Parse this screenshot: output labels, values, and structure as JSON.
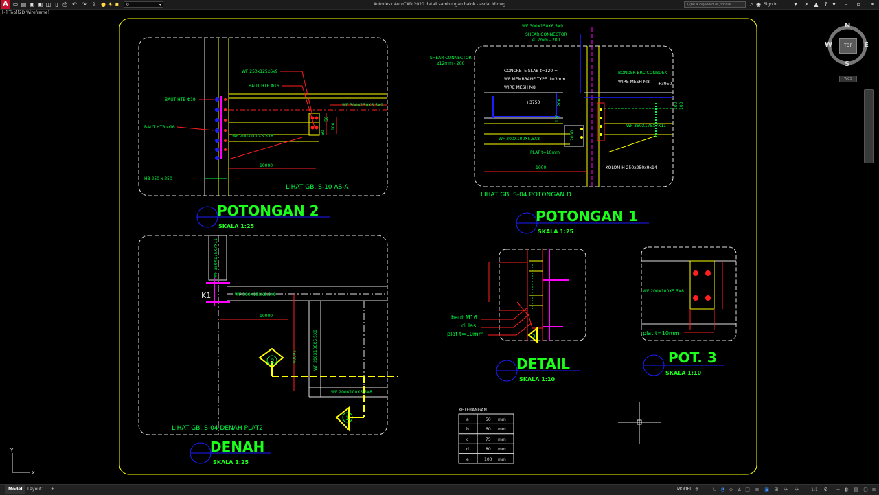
{
  "window": {
    "title": "Autodesk AutoCAD 2020    detail sambungan balok - asdar.id.dwg",
    "layer_value": "0",
    "search_placeholder": "Type a keyword or phrase",
    "sign_in": "Sign In",
    "viewport_label": "[–][Top][2D Wireframe]"
  },
  "viewcube": {
    "north": "N",
    "south": "S",
    "east": "E",
    "west": "W",
    "top": "TOP",
    "wcs": "WCS"
  },
  "status": {
    "tabs": [
      "Model",
      "Layout1"
    ],
    "add_tab": "+",
    "model_button": "MODEL",
    "scale": "1:1"
  },
  "ucs": {
    "y": "Y",
    "x": "X"
  },
  "drawing": {
    "colors": {
      "frame": "#ffff00",
      "red": "#ff2020",
      "green": "#00ff40",
      "blue": "#1c1cff",
      "magenta": "#ff00ff",
      "white": "#e0e0e0",
      "title_green": "#1cff1c"
    },
    "sheets": {
      "potongan2": {
        "title": "POTONGAN 2",
        "scale": "SKALA 1:25",
        "ref": "LIHAT GB. S-10   AS-A",
        "labels": {
          "wf1": "WF 250x125x6x9",
          "baut1": "BAUT HTB Φ16",
          "baut2": "BAUT HTB Φ19",
          "baut3": "BAUT HTB Φ16",
          "wf2": "WF 300X150X6.5X9",
          "wf3": "WF 200X100X5.5X8",
          "dim": "10000",
          "hb": "HB 250 x 250",
          "d50a": "50",
          "d50b": "50",
          "d100": "100"
        }
      },
      "potongan1": {
        "title": "POTONGAN 1",
        "scale": "SKALA 1:25",
        "ref": "LIHAT GB. S-04   POTONGAN D",
        "labels": {
          "wf_top": "WF 300X150X6,5X9",
          "shear_top": "SHEAR CONNECTOR",
          "shear_top2": "ø12mm - 200",
          "shear_left": "SHEAR CONNECTOR",
          "shear_left2": "ø12mm - 200",
          "concrete": "CONCRETE SLAB t=120 +",
          "membrane": "WP MEMBRANE TYPE. t=3mm",
          "mesh": "WIRE MESH M8",
          "bondek": "BONDEK BRC CONBDEK",
          "mesh2": "WIRE MESH M8",
          "elev1": "+3750",
          "elev2": "+3950",
          "d200": "200",
          "d120": "120",
          "d100": "100",
          "d100b": "100",
          "d2000": "2000",
          "wf_right": "WF 350X175X7X11",
          "wf_bot": "WF 200X100X5,5X8",
          "plat": "PLAT t=10mm",
          "dim": "1000",
          "kolom": "KOLOM H 250x250x9x14"
        }
      },
      "denah": {
        "title": "DENAH",
        "scale": "SKALA 1:25",
        "ref": "LIHAT GB. S-04   DENAH PLAT2",
        "labels": {
          "k1": "K1",
          "wf_col": "WF 350X175X7X11",
          "wf_h": "WF 300X150X6.5X9",
          "dim_h": "10000",
          "dim_v": "10000",
          "wf_v": "WF 200X100X5.5X8",
          "wf_bot": "WF 200X100X5.5X8",
          "tag2": "2",
          "tag1": "1"
        }
      },
      "detail": {
        "title": "DETAIL",
        "scale": "SKALA 1:10",
        "labels": {
          "baut": "baut M16",
          "las": "di las",
          "plat": "plat t=10mm",
          "tag": "3"
        }
      },
      "pot3": {
        "title": "POT. 3",
        "scale": "SKALA 1:10",
        "labels": {
          "wf": "WF 200X100X5,5X8",
          "plat": "plat t=10mm"
        }
      }
    },
    "legend": {
      "title": "KETERANGAN",
      "rows": [
        [
          "a",
          "50",
          "mm"
        ],
        [
          "b",
          "60",
          "mm"
        ],
        [
          "c",
          "75",
          "mm"
        ],
        [
          "d",
          "80",
          "mm"
        ],
        [
          "e",
          "100",
          "mm"
        ]
      ]
    }
  }
}
